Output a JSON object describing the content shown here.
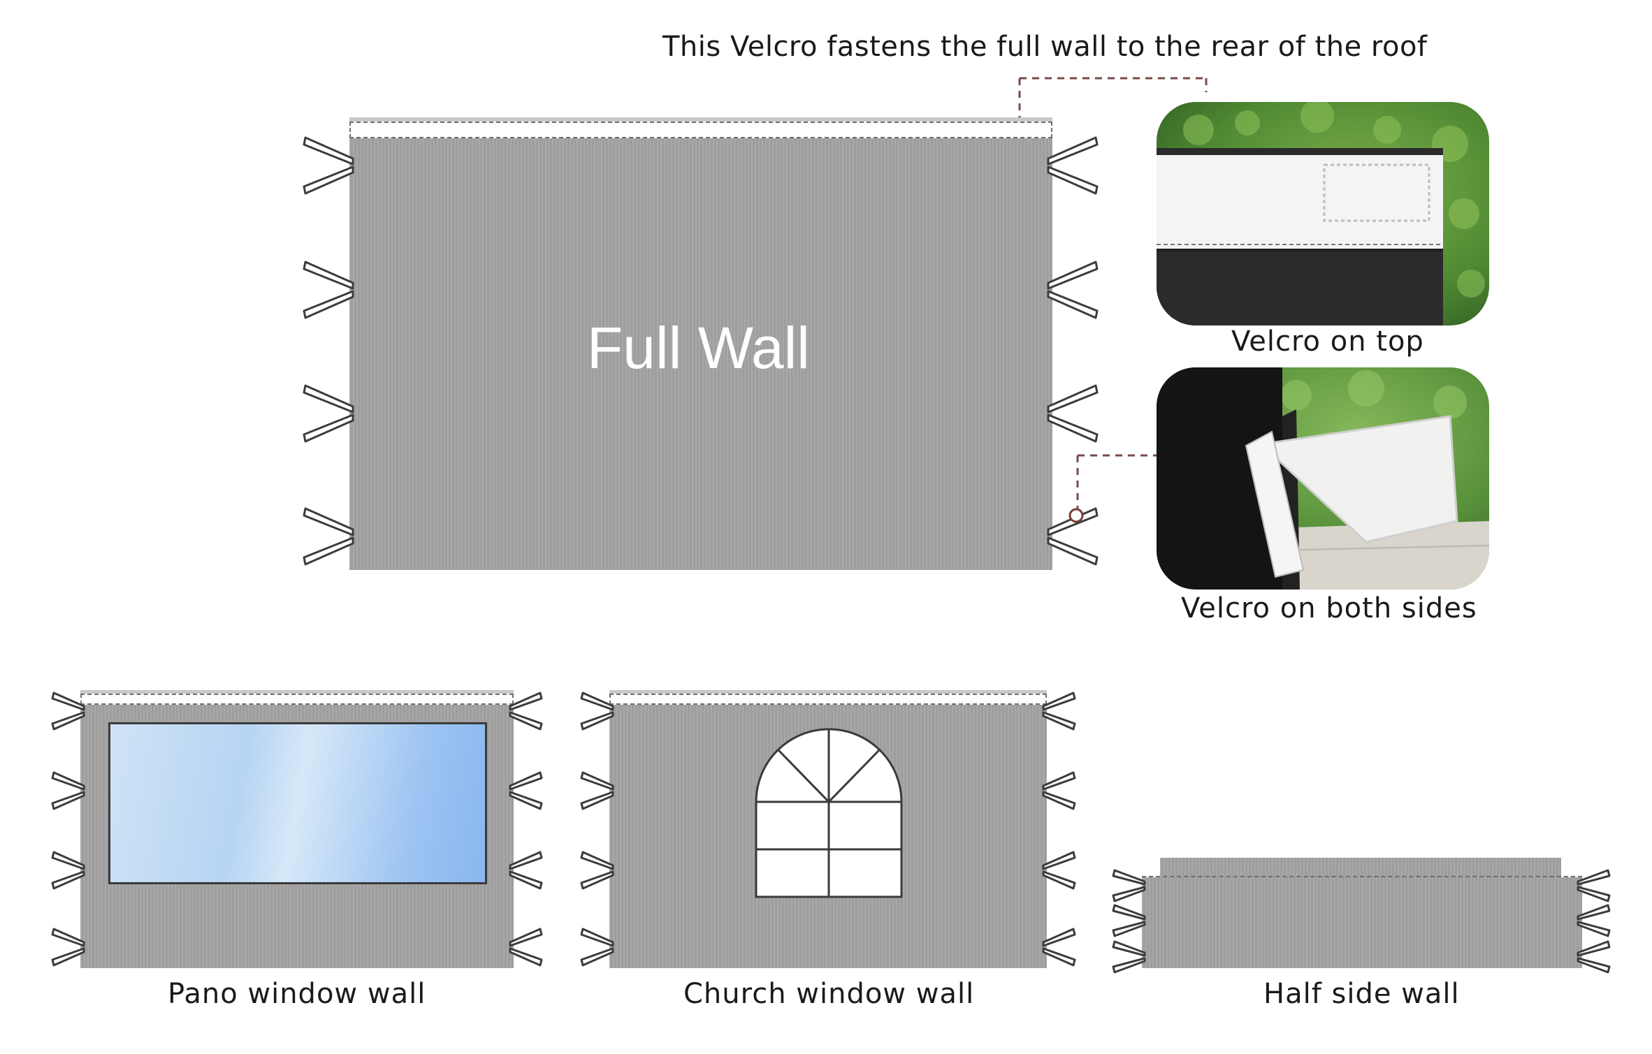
{
  "annotations": {
    "top": "This Velcro fastens the full wall to the rear of the roof"
  },
  "full_wall": {
    "label": "Full Wall"
  },
  "photos": [
    {
      "caption": "Velcro on top"
    },
    {
      "caption": "Velcro on both sides"
    }
  ],
  "variants": [
    {
      "caption": "Pano window wall"
    },
    {
      "caption": "Church window wall"
    },
    {
      "caption": "Half side wall"
    }
  ],
  "colors": {
    "wall": "#a3a3a3",
    "velcro": "#ffffff",
    "window_glass": "#9cc3f2",
    "foliage": "#5a8f3a"
  }
}
